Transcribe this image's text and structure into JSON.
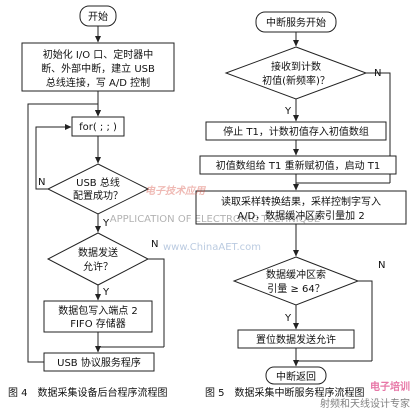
{
  "fig4": {
    "start": "开始",
    "init": [
      "初始化 I/O 口、定时器中",
      "断、外部中断，建立 USB",
      "总线连接，写 A/D 控制"
    ],
    "loop": "for( ; ; )",
    "usb_ok": [
      "USB 总线",
      "配置成功？"
    ],
    "allow": [
      "数据发送",
      "允许？"
    ],
    "yes": "Y",
    "no": "N",
    "write": [
      "数据包写入端点 2",
      "FIFO 存储器"
    ],
    "service": "USB 协议服务程序",
    "caption": "图 4　数据采集设备后台程序流程图"
  },
  "fig5": {
    "start": "中断服务开始",
    "recv": [
      "接收到计数",
      "初值(新频率)？"
    ],
    "stop": "停止 T1，计数初值存入初值数组",
    "reload": "初值数组给 T1 重新赋初值，启动 T1",
    "read": [
      "读取采样转换结果，采样控制字写入",
      "A/D，数据缓冲区索引量加 2"
    ],
    "index": [
      "数据缓冲区索",
      "引量 ≥ 64？"
    ],
    "allow": "置位数据发送允许",
    "ret": "中断返回",
    "yes": "Y",
    "no": "N",
    "caption": "图 5　数据采集中断服务程序流程图"
  },
  "watermark": {
    "cn": "电子技术应用",
    "en": "APPLICATION OF ELECTRONIC TECHNIQUE",
    "url": "www.ChinaAET.com",
    "corner_big": "电子培训",
    "corner_small": "射频和天线设计专家"
  }
}
